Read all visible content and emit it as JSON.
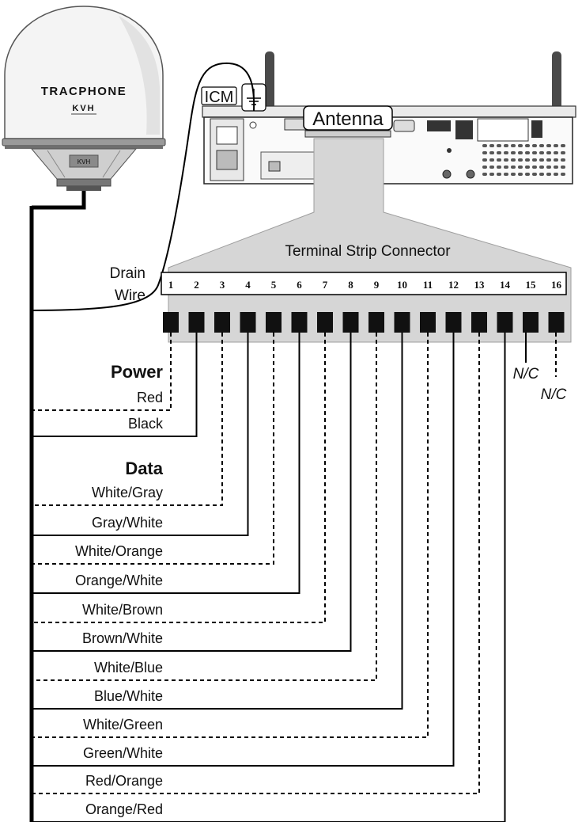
{
  "antenna": {
    "brand": "TracPhone",
    "maker": "KVH",
    "base_badge": "KVH"
  },
  "controller": {
    "icm_label": "ICM",
    "antenna_label": "Antenna"
  },
  "drain_wire": {
    "line1": "Drain",
    "line2": "Wire"
  },
  "terminal_strip": {
    "title": "Terminal Strip Connector",
    "pins": [
      "1",
      "2",
      "3",
      "4",
      "5",
      "6",
      "7",
      "8",
      "9",
      "10",
      "11",
      "12",
      "13",
      "14",
      "15",
      "16"
    ]
  },
  "groups": {
    "power": "Power",
    "data": "Data"
  },
  "no_connect": "N/C",
  "wires": [
    {
      "pin": 1,
      "color": "Red",
      "style": "dashed"
    },
    {
      "pin": 2,
      "color": "Black",
      "style": "solid"
    },
    {
      "pin": 3,
      "color": "White/Gray",
      "style": "dashed"
    },
    {
      "pin": 4,
      "color": "Gray/White",
      "style": "solid"
    },
    {
      "pin": 5,
      "color": "White/Orange",
      "style": "dashed"
    },
    {
      "pin": 6,
      "color": "Orange/White",
      "style": "solid"
    },
    {
      "pin": 7,
      "color": "White/Brown",
      "style": "dashed"
    },
    {
      "pin": 8,
      "color": "Brown/White",
      "style": "solid"
    },
    {
      "pin": 9,
      "color": "White/Blue",
      "style": "dashed"
    },
    {
      "pin": 10,
      "color": "Blue/White",
      "style": "solid"
    },
    {
      "pin": 11,
      "color": "White/Green",
      "style": "dashed"
    },
    {
      "pin": 12,
      "color": "Green/White",
      "style": "solid"
    },
    {
      "pin": 13,
      "color": "Red/Orange",
      "style": "dashed"
    },
    {
      "pin": 14,
      "color": "Orange/Red",
      "style": "solid"
    }
  ]
}
